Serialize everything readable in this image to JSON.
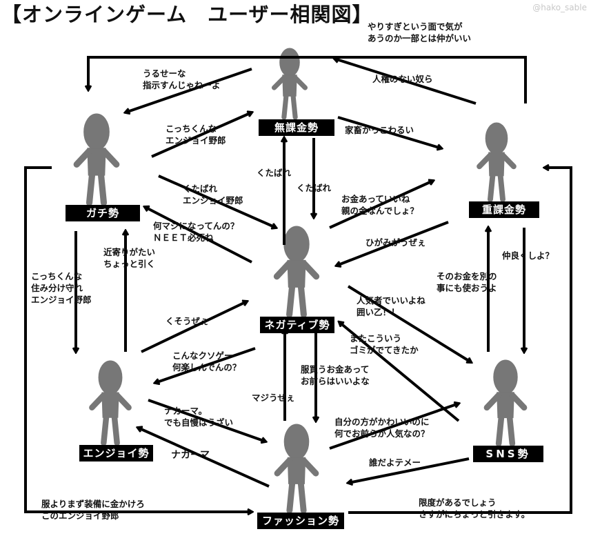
{
  "title": "【オンラインゲーム　ユーザー相関図】",
  "watermark": "@hako_sable",
  "nodes": {
    "mukakin": "無課金勢",
    "gachi": "ガチ勢",
    "jukakin": "重課金勢",
    "negative": "ネガティブ勢",
    "enjoy": "エンジョイ勢",
    "sns": "SNS勢",
    "fashion": "ファッション勢"
  },
  "relations": [
    {
      "from": "重課金勢",
      "to": "ガチ勢",
      "label": "やりすぎという面で気が\nあうのか一部とは仲がいい"
    },
    {
      "from": "無課金勢",
      "to": "ガチ勢",
      "label": "うるせーな\n指示すんじゃねーよ"
    },
    {
      "from": "ガチ勢",
      "to": "無課金勢",
      "label": "こっちくんな\nエンジョイ野郎"
    },
    {
      "from": "重課金勢",
      "to": "無課金勢",
      "label": "人権のない奴ら"
    },
    {
      "from": "無課金勢",
      "to": "重課金勢",
      "label": "家畜かっこわるい"
    },
    {
      "from": "ネガティブ勢",
      "to": "無課金勢",
      "label": "くたばれ"
    },
    {
      "from": "無課金勢",
      "to": "ネガティブ勢",
      "label": "くたばれ"
    },
    {
      "from": "ガチ勢",
      "to": "ネガティブ勢",
      "label": "くたばれ\nエンジョイ野郎"
    },
    {
      "from": "ネガティブ勢",
      "to": "ガチ勢",
      "label": "何マジになってんの？\nＮＥＥＴ必死ね"
    },
    {
      "from": "ネガティブ勢",
      "to": "重課金勢",
      "label": "お金あっていいね\n親の金なんでしょ？"
    },
    {
      "from": "重課金勢",
      "to": "ネガティブ勢",
      "label": "ひがみがうぜぇ"
    },
    {
      "from": "ガチ勢",
      "to": "エンジョイ勢",
      "label": "こっちくんな\n住み分け守れ\nエンジョイ野郎"
    },
    {
      "from": "エンジョイ勢",
      "to": "ガチ勢",
      "label": "近寄りがたい\nちょっと引く"
    },
    {
      "from": "エンジョイ勢",
      "to": "ネガティブ勢",
      "label": "くそうぜぇ"
    },
    {
      "from": "ネガティブ勢",
      "to": "エンジョイ勢",
      "label": "こんなクソゲー\n何楽しんでんの？"
    },
    {
      "from": "ネガティブ勢",
      "to": "SNS勢",
      "label": "人気者でいいよね\n囲い乙！！"
    },
    {
      "from": "SNS勢",
      "to": "ネガティブ勢",
      "label": "またこういう\nゴミがでてきたか"
    },
    {
      "from": "重課金勢",
      "to": "SNS勢",
      "label": "仲良くしよ？"
    },
    {
      "from": "SNS勢",
      "to": "重課金勢",
      "label": "そのお金を別の\n事にも使おうよ"
    },
    {
      "from": "ファッション勢",
      "to": "ネガティブ勢",
      "label": "マジうぜぇ"
    },
    {
      "from": "ネガティブ勢",
      "to": "ファッション勢",
      "label": "服買うお金あって\nお前らはいいよな"
    },
    {
      "from": "エンジョイ勢",
      "to": "ファッション勢",
      "label": "ナカーマ。\nでも自慢はうざい"
    },
    {
      "from": "ファッション勢",
      "to": "エンジョイ勢",
      "label": "ナカーマ"
    },
    {
      "from": "ファッション勢",
      "to": "SNS勢",
      "label": "自分の方がかわいいのに\n何でお前らが人気なの？"
    },
    {
      "from": "SNS勢",
      "to": "ファッション勢",
      "label": "誰だよテメー"
    },
    {
      "from": "ガチ勢",
      "to": "ファッション勢",
      "label": "服よりまず装備に金かけろ\nこのエンジョイ野郎"
    },
    {
      "from": "ファッション勢",
      "to": "重課金勢",
      "label": "限度があるでしょう\nさすがにちょっと引きます。"
    }
  ]
}
